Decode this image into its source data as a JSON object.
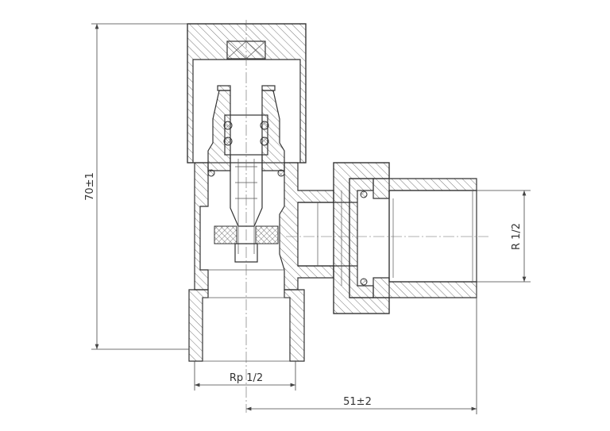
{
  "drawing": {
    "dimensions": {
      "height": "70±1",
      "outlet_thread": "R 1/2",
      "inlet_thread": "Rp 1/2",
      "offset": "51±2"
    }
  }
}
